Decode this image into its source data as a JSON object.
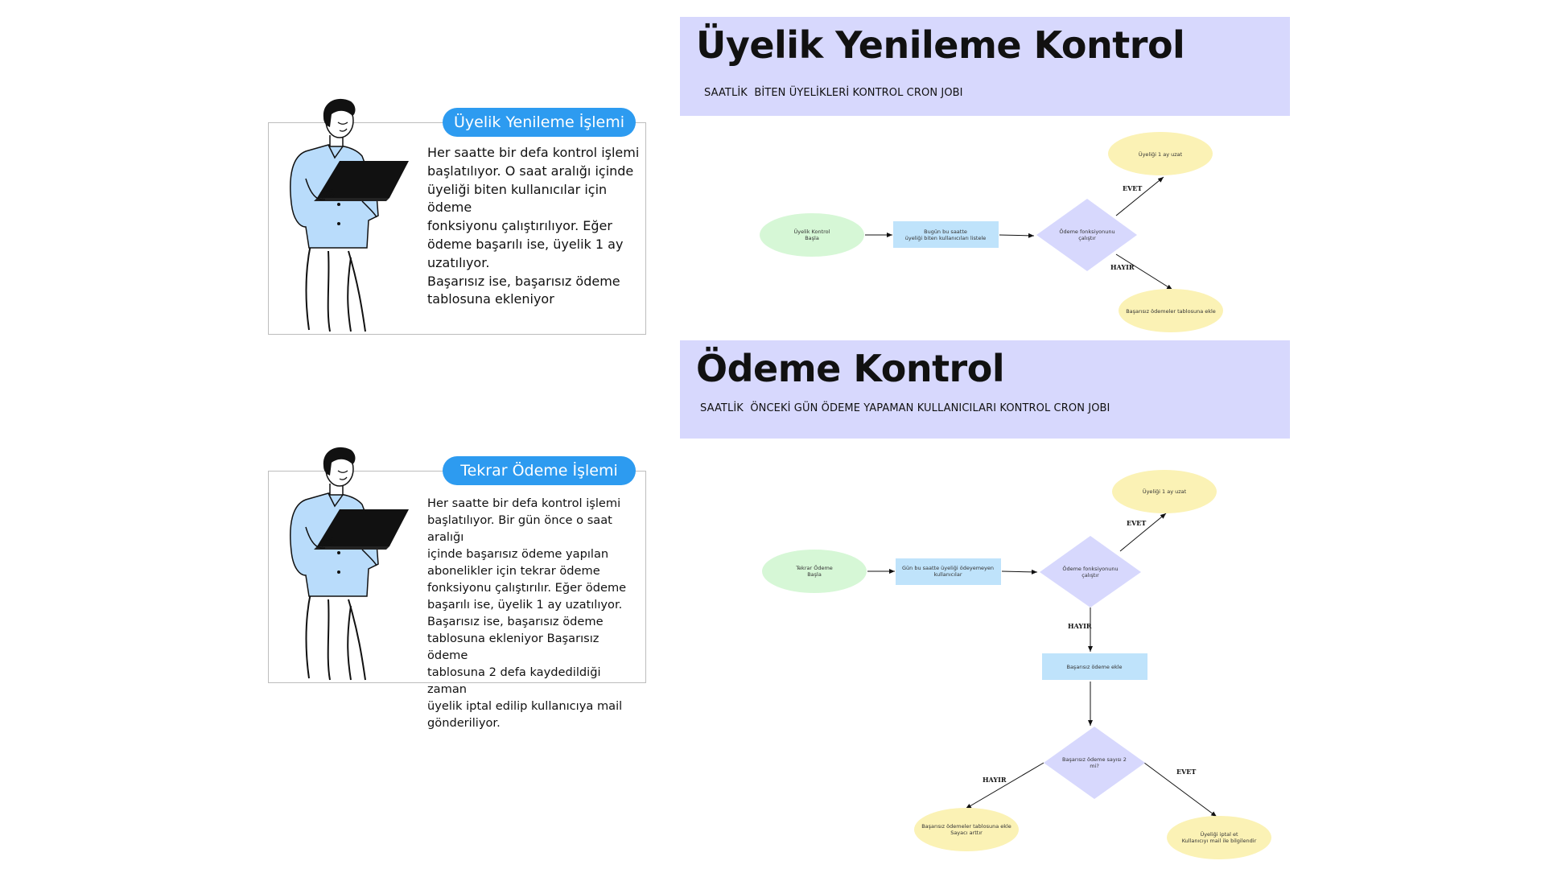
{
  "section1": {
    "pill": "Üyelik Yenileme İşlemi",
    "text_lines": [
      "Her saatte bir defa kontrol işlemi",
      "başlatılıyor. O saat aralığı içinde",
      "üyeliği biten kullanıcılar için ödeme",
      "fonksiyonu çalıştırılıyor. Eğer",
      "ödeme başarılı ise, üyelik 1 ay",
      "uzatılıyor.",
      "Başarısız ise, başarısız ödeme",
      "tablosuna ekleniyor"
    ],
    "banner_title": "Üyelik Yenileme Kontrol",
    "banner_subtitle": "SAATLİK  BİTEN ÜYELİKLERİ KONTROL CRON JOBI",
    "flow": {
      "start": [
        "Üyelik Kontrol",
        "Başla"
      ],
      "list": [
        "Bugün bu saatte",
        "üyeliği biten kullanıcıları listele"
      ],
      "decision": [
        "Ödeme fonksiyonunu",
        "çalıştır"
      ],
      "yes_label": "EVET",
      "no_label": "HAYIR",
      "yes_result": [
        "Üyeliği 1 ay uzat"
      ],
      "no_result": [
        "Başarısız ödemeler tablosuna ekle"
      ]
    }
  },
  "section2": {
    "pill": "Tekrar Ödeme İşlemi",
    "text_lines": [
      "Her saatte bir defa kontrol işlemi",
      "başlatılıyor. Bir gün önce o saat aralığı",
      "içinde başarısız ödeme yapılan",
      "abonelikler için tekrar ödeme",
      "fonksiyonu çalıştırılır. Eğer ödeme",
      "başarılı ise, üyelik 1 ay uzatılıyor.",
      "Başarısız ise, başarısız ödeme",
      "tablosuna ekleniyor Başarısız ödeme",
      "tablosuna 2 defa kaydedildiği zaman",
      "üyelik iptal edilip kullanıcıya mail",
      "gönderiliyor."
    ],
    "banner_title": "Ödeme Kontrol",
    "banner_subtitle": "SAATLİK  ÖNCEKİ GÜN ÖDEME YAPAMAN KULLANICILARI KONTROL CRON JOBI",
    "flow": {
      "start": [
        "Tekrar Ödeme",
        "Başla"
      ],
      "list": [
        "Gün bu saatte üyeliği ödeyemeyen",
        "kullanıcılar"
      ],
      "decision": [
        "Ödeme fonksiyonunu",
        "çalıştır"
      ],
      "yes_label": "EVET",
      "no_label": "HAYIR",
      "yes_result": [
        "Üyeliği 1 ay uzat"
      ],
      "fail_box": [
        "Başarısız ödeme ekle"
      ],
      "decision2": [
        "Başarısız ödeme sayısı 2",
        "mi?"
      ],
      "no2_label": "HAYIR",
      "yes2_label": "EVET",
      "no2_result": [
        "Başarısız ödemeler tablosuna ekle",
        "Sayacı arttır"
      ],
      "yes2_result": [
        "Üyeliği iptal et",
        "Kullanıcıyı mail ile bilgilendir"
      ]
    }
  },
  "colors": {
    "pill": "#2d9bf0",
    "banner": "#d7d8fd",
    "start_node": "#d6f7d6",
    "process_node": "#bfe3fb",
    "decision_node": "#d7d8fd",
    "result_node": "#fbf2b5",
    "shirt": "#b9dcfb"
  },
  "icons": [
    "person-with-laptop-illustration"
  ]
}
